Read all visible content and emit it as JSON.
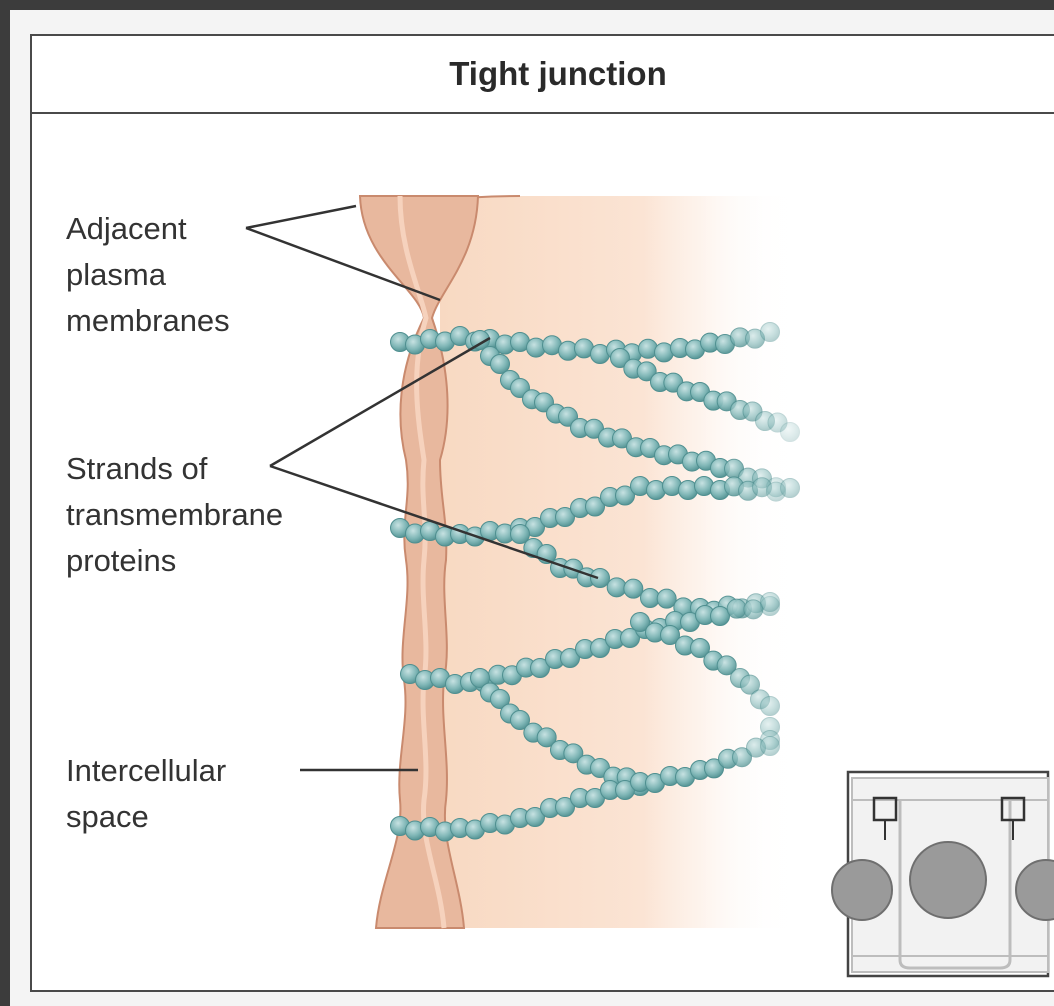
{
  "title": "Tight junction",
  "labels": {
    "adjacent": [
      "Adjacent",
      "plasma",
      "membranes"
    ],
    "strands": [
      "Strands of",
      "transmembrane",
      "proteins"
    ],
    "intercellular": [
      "Intercellular",
      "space"
    ]
  },
  "colors": {
    "background_frame": "#3c3c3c",
    "panel": "#ffffff",
    "cell": "#f9dcc4",
    "membrane_fill": "#e8b89e",
    "membrane_stroke": "#c98a6e",
    "protein_bead": "#7fb6b6",
    "protein_bead_dark": "#4f8f90",
    "leader_line": "#333333",
    "inset_nucleus": "#9a9a9a"
  }
}
